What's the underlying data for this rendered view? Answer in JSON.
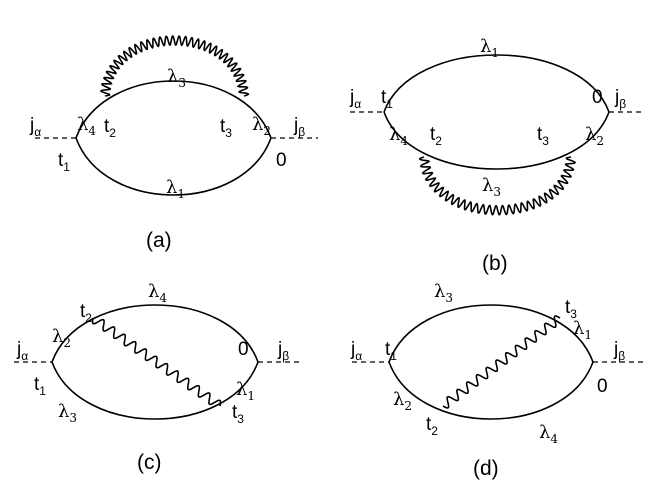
{
  "diagrams": {
    "a": {
      "caption": "(a)",
      "j_left": {
        "base": "j",
        "sub": "α"
      },
      "j_right": {
        "base": "j",
        "sub": "β"
      },
      "t1": {
        "base": "t",
        "sub": "1"
      },
      "t2": {
        "base": "t",
        "sub": "2"
      },
      "t3": {
        "base": "t",
        "sub": "3"
      },
      "zero": "0",
      "lambda1": {
        "base": "λ",
        "sub": "1"
      },
      "lambda2": {
        "base": "λ",
        "sub": "2"
      },
      "lambda3": {
        "base": "λ",
        "sub": "3"
      },
      "lambda4": {
        "base": "λ",
        "sub": "4"
      }
    },
    "b": {
      "caption": "(b)",
      "j_left": {
        "base": "j",
        "sub": "α"
      },
      "j_right": {
        "base": "j",
        "sub": "β"
      },
      "t1": {
        "base": "t",
        "sub": "1"
      },
      "t2": {
        "base": "t",
        "sub": "2"
      },
      "t3": {
        "base": "t",
        "sub": "3"
      },
      "zero": "0",
      "lambda1": {
        "base": "λ",
        "sub": "1"
      },
      "lambda2": {
        "base": "λ",
        "sub": "2"
      },
      "lambda3": {
        "base": "λ",
        "sub": "3"
      },
      "lambda4": {
        "base": "λ",
        "sub": "4"
      }
    },
    "c": {
      "caption": "(c)",
      "j_left": {
        "base": "j",
        "sub": "α"
      },
      "j_right": {
        "base": "j",
        "sub": "β"
      },
      "t1": {
        "base": "t",
        "sub": "1"
      },
      "t2": {
        "base": "t",
        "sub": "2"
      },
      "t3": {
        "base": "t",
        "sub": "3"
      },
      "zero": "0",
      "lambda1": {
        "base": "λ",
        "sub": "1"
      },
      "lambda2": {
        "base": "λ",
        "sub": "2"
      },
      "lambda3": {
        "base": "λ",
        "sub": "3"
      },
      "lambda4": {
        "base": "λ",
        "sub": "4"
      }
    },
    "d": {
      "caption": "(d)",
      "j_left": {
        "base": "j",
        "sub": "α"
      },
      "j_right": {
        "base": "j",
        "sub": "β"
      },
      "t1": {
        "base": "t",
        "sub": "1"
      },
      "t2": {
        "base": "t",
        "sub": "2"
      },
      "t3": {
        "base": "t",
        "sub": "3"
      },
      "zero": "0",
      "lambda1": {
        "base": "λ",
        "sub": "1"
      },
      "lambda2": {
        "base": "λ",
        "sub": "2"
      },
      "lambda3": {
        "base": "λ",
        "sub": "3"
      },
      "lambda4": {
        "base": "λ",
        "sub": "4"
      }
    }
  }
}
